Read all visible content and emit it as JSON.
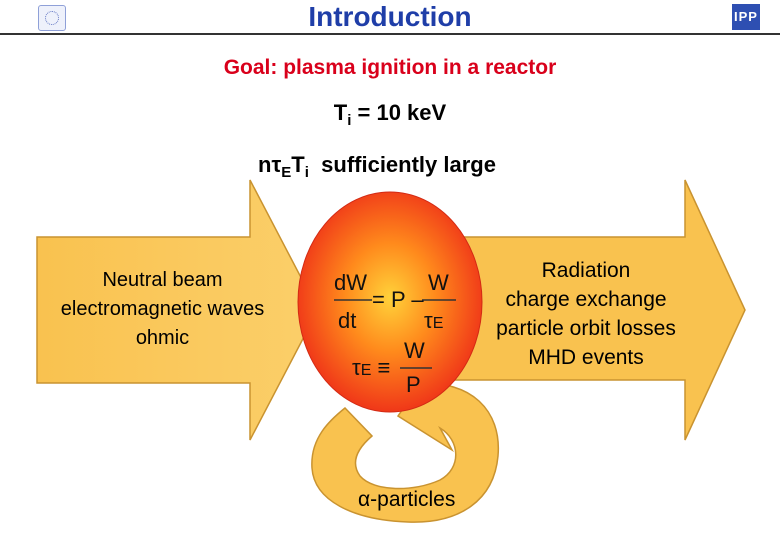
{
  "header": {
    "title": "Introduction",
    "logo_right_text": "IPP"
  },
  "goal": "Goal: plasma ignition in a reactor",
  "temperature": {
    "lhs": "T",
    "sub": "i",
    "rhs": " = 10 keV"
  },
  "triple_product": {
    "text": "sufficiently large"
  },
  "left_arrow": {
    "lines": [
      "Neutral beam",
      "electromagnetic waves",
      "ohmic"
    ]
  },
  "right_arrow": {
    "lines": [
      "Radiation",
      "charge exchange",
      "particle orbit losses",
      "MHD events"
    ]
  },
  "alpha_label": "α-particles",
  "colors": {
    "title": "#1f3ea8",
    "goal": "#d9001b",
    "arrow_fill": "#f9c24f",
    "arrow_stroke": "#c99330",
    "plasma_center": "#ffd23a",
    "plasma_edge": "#ee2e18"
  }
}
